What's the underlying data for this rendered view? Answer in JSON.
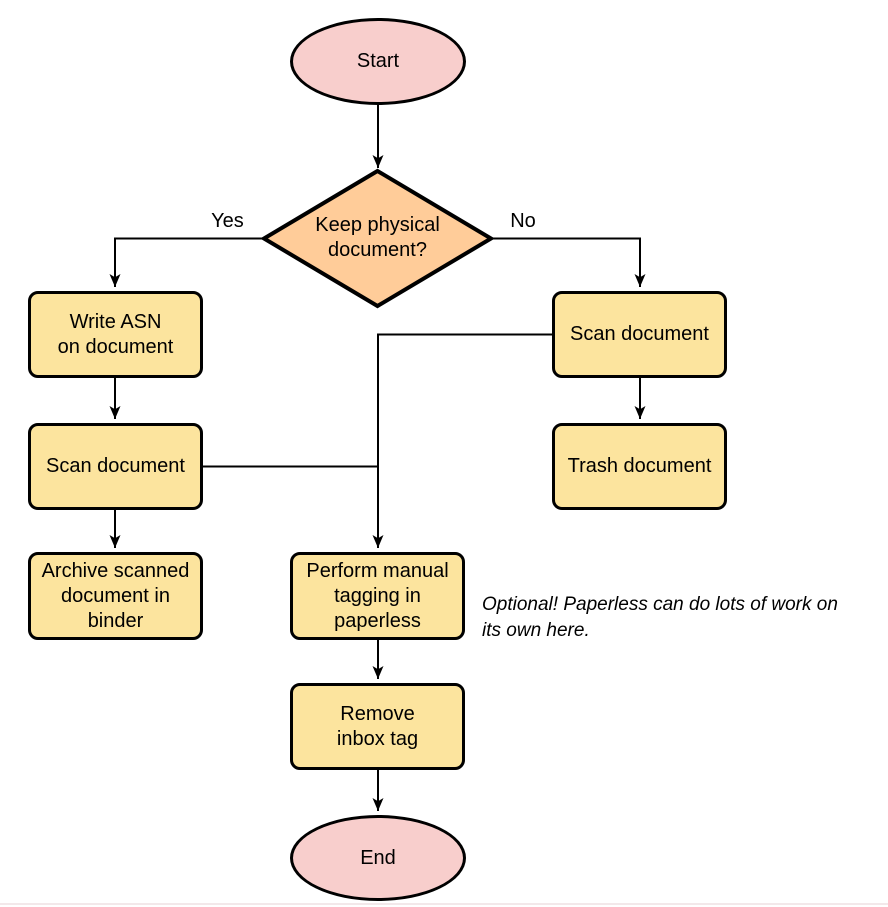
{
  "colors": {
    "background": "#ffffff",
    "terminator_fill": "#f8cecc",
    "decision_fill": "#ffcc99",
    "process_fill": "#fce49e",
    "stroke": "#000000",
    "text": "#000000"
  },
  "nodes": {
    "start": {
      "shape": "terminator",
      "lines": [
        "Start"
      ]
    },
    "keep_physical_document": {
      "shape": "decision",
      "lines": [
        "Keep physical",
        "document?"
      ]
    },
    "write_asn": {
      "shape": "process",
      "lines": [
        "Write ASN",
        "on document"
      ]
    },
    "scan_document_left": {
      "shape": "process",
      "lines": [
        "Scan document"
      ]
    },
    "archive_scanned": {
      "shape": "process",
      "lines": [
        "Archive scanned",
        "document in",
        "binder"
      ]
    },
    "scan_document_right": {
      "shape": "process",
      "lines": [
        "Scan document"
      ]
    },
    "trash_document": {
      "shape": "process",
      "lines": [
        "Trash document"
      ]
    },
    "manual_tagging": {
      "shape": "process",
      "lines": [
        "Perform manual",
        "tagging in",
        "paperless"
      ]
    },
    "remove_inbox_tag": {
      "shape": "process",
      "lines": [
        "Remove",
        "inbox tag"
      ]
    },
    "end": {
      "shape": "terminator",
      "lines": [
        "End"
      ]
    }
  },
  "edge_labels": {
    "yes": "Yes",
    "no": "No"
  },
  "edges": [
    {
      "from": "start",
      "to": "keep_physical_document",
      "label": ""
    },
    {
      "from": "keep_physical_document",
      "to": "write_asn",
      "label": "Yes"
    },
    {
      "from": "keep_physical_document",
      "to": "scan_document_right",
      "label": "No"
    },
    {
      "from": "write_asn",
      "to": "scan_document_left",
      "label": ""
    },
    {
      "from": "scan_document_left",
      "to": "archive_scanned",
      "label": ""
    },
    {
      "from": "scan_document_left",
      "to": "manual_tagging",
      "label": ""
    },
    {
      "from": "scan_document_right",
      "to": "trash_document",
      "label": ""
    },
    {
      "from": "scan_document_right",
      "to": "manual_tagging",
      "label": ""
    },
    {
      "from": "manual_tagging",
      "to": "remove_inbox_tag",
      "label": ""
    },
    {
      "from": "remove_inbox_tag",
      "to": "end",
      "label": ""
    }
  ],
  "annotation": {
    "lines": [
      "Optional! Paperless can do lots of work on",
      "its own here."
    ]
  }
}
